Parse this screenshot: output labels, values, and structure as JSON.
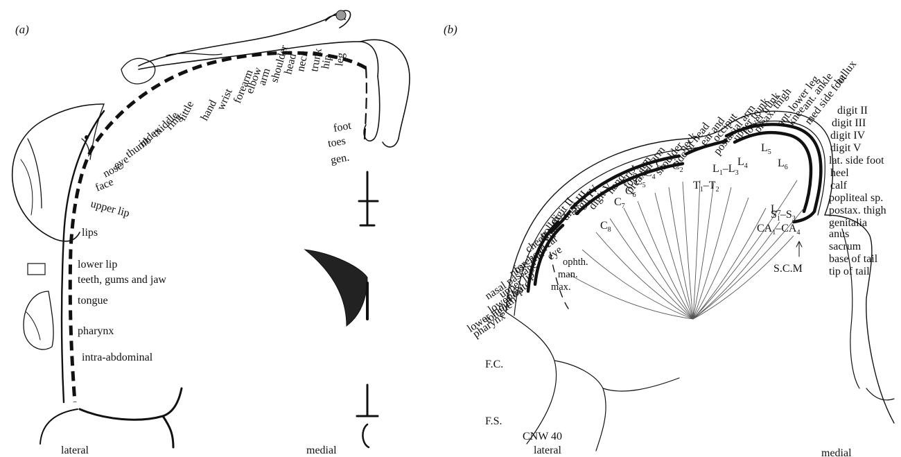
{
  "panel_a": {
    "tag": "(a)",
    "arc_labels": [
      "little",
      "hand",
      "wrist",
      "forearm",
      "elbow",
      "arm",
      "shoulder",
      "head",
      "neck",
      "trunk",
      "hip",
      "leg"
    ],
    "upper_labels": [
      "ring",
      "middle",
      "index",
      "thumb",
      "eye",
      "nose",
      "face"
    ],
    "right_labels": [
      "foot",
      "toes",
      "gen."
    ],
    "side_labels": [
      "upper lip",
      "lips",
      "lower lip",
      "teeth, gums and jaw",
      "tongue",
      "pharynx",
      "intra-abdominal"
    ],
    "footer_left": "lateral",
    "footer_right": "medial"
  },
  "panel_b": {
    "tag": "(b)",
    "top_labels": [
      "hallux",
      "med side foot",
      "ant. ankle",
      "ant. lower leg",
      "knee",
      "preax. thigh",
      "lower trunk",
      "upper trunk",
      "postaxial arm",
      "occiput",
      "ear and",
      "side of head",
      "neck",
      "shoulder",
      "preaxial arm",
      "fore arm",
      "wrist",
      "hand",
      "digit V",
      "digit IV",
      "digit III",
      "digit II",
      "pollex",
      "chin",
      "ear",
      "cheek",
      "forehead",
      "eye",
      "nose and",
      "nasal passage",
      "upper lip",
      "palate",
      "lower lip",
      "lower mouth",
      "tongue",
      "pharynx"
    ],
    "right_labels": [
      "digit II",
      "digit III",
      "digit IV",
      "digit V",
      "lat. side foot",
      "heel",
      "calf",
      "popliteal sp.",
      "postax. thigh",
      "genitalia",
      "anus",
      "sacrum",
      "base of tail",
      "tip of tail"
    ],
    "segments": {
      "L5": [
        "L",
        "5"
      ],
      "L6": [
        "L",
        "6"
      ],
      "L7": [
        "L",
        "7"
      ],
      "L4": [
        "L",
        "4"
      ],
      "L1L3": [
        "L",
        "1",
        "–L",
        "3"
      ],
      "T1T2": [
        "T",
        "1",
        "–T",
        "2"
      ],
      "C2": [
        "C",
        "2"
      ],
      "C3": [
        "C",
        "3"
      ],
      "C4": [
        "C",
        "4"
      ],
      "C5": [
        "C",
        "5"
      ],
      "C6": [
        "C",
        "6"
      ],
      "C7": [
        "C",
        "7"
      ],
      "C8": [
        "C",
        "8"
      ],
      "S1S3": [
        "S",
        "1",
        "–S",
        "3"
      ],
      "CA": [
        "CA",
        "1",
        "–CA",
        "4"
      ]
    },
    "inner_labels": [
      "ophth.",
      "man.",
      "max."
    ],
    "scm": "S.C.M",
    "fc": "F.C.",
    "fs": "F.S.",
    "cnw": "CNW 40",
    "footer_left": "lateral",
    "footer_right": "medial"
  }
}
